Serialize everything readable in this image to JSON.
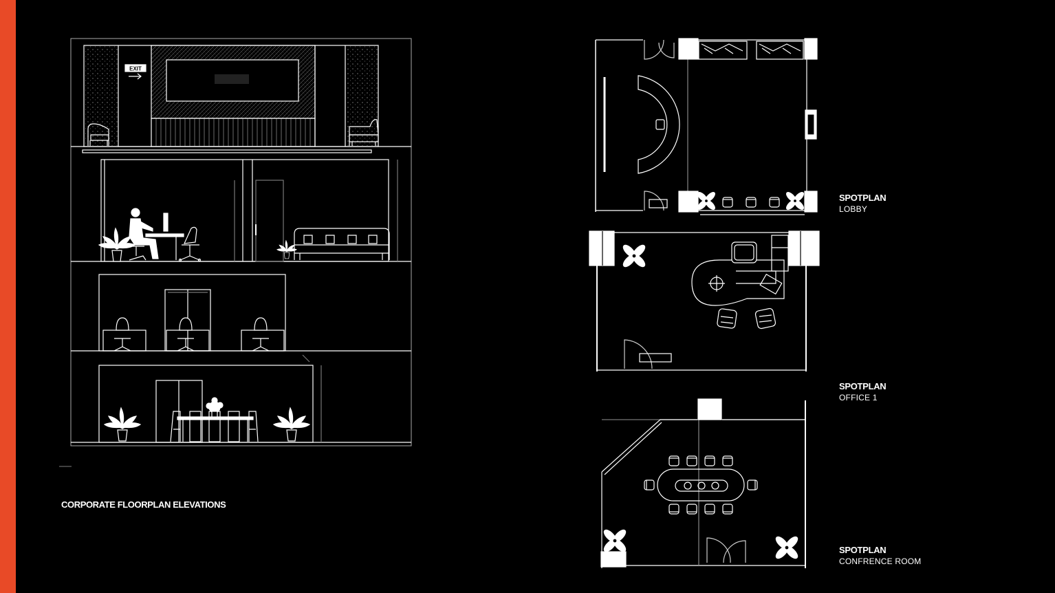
{
  "theme": {
    "accent": "#e84a27",
    "background": "#000000",
    "lines": "#ffffff"
  },
  "elevations": {
    "caption": "CORPORATE FLOORPLAN ELEVATIONS",
    "sign_text": "EXIT",
    "icons": [
      "armchair-icon",
      "sofa-icon",
      "potted-plant-icon",
      "person-at-desk-icon",
      "office-chair-icon",
      "dining-table-icon",
      "flower-vase-icon"
    ]
  },
  "spotplans": [
    {
      "title": "SPOTPLAN",
      "subtitle": "LOBBY"
    },
    {
      "title": "SPOTPLAN",
      "subtitle": "OFFICE 1"
    },
    {
      "title": "SPOTPLAN",
      "subtitle": "CONFRENCE ROOM"
    }
  ]
}
